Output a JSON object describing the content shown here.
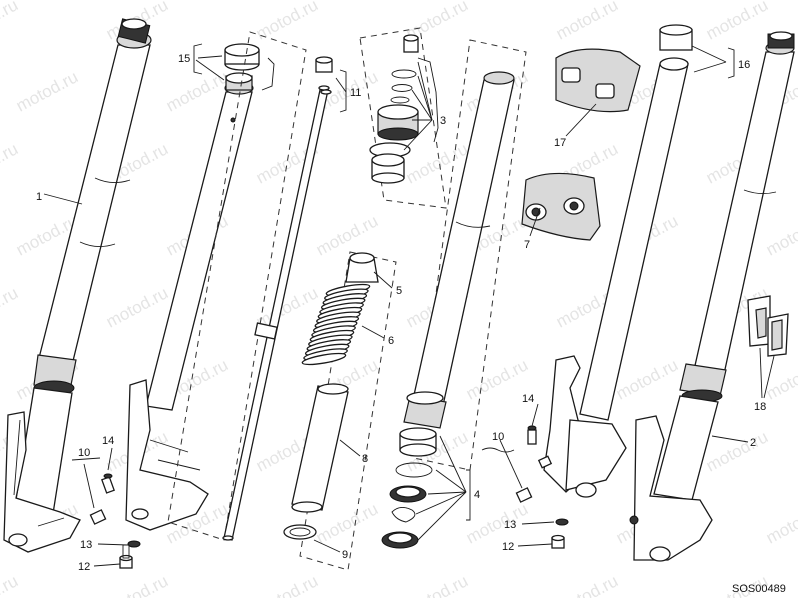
{
  "watermark": "motod.ru",
  "drawing_code": "SOS00489",
  "callouts": {
    "c1": "1",
    "c2": "2",
    "c3": "3",
    "c4": "4",
    "c5": "5",
    "c6": "6",
    "c7": "7",
    "c8": "8",
    "c9": "9",
    "c10a": "10",
    "c10b": "10",
    "c11": "11",
    "c12a": "12",
    "c12b": "12",
    "c13a": "13",
    "c13b": "13",
    "c14a": "14",
    "c14b": "14",
    "c15": "15",
    "c16": "16",
    "c17": "17",
    "c18": "18"
  }
}
